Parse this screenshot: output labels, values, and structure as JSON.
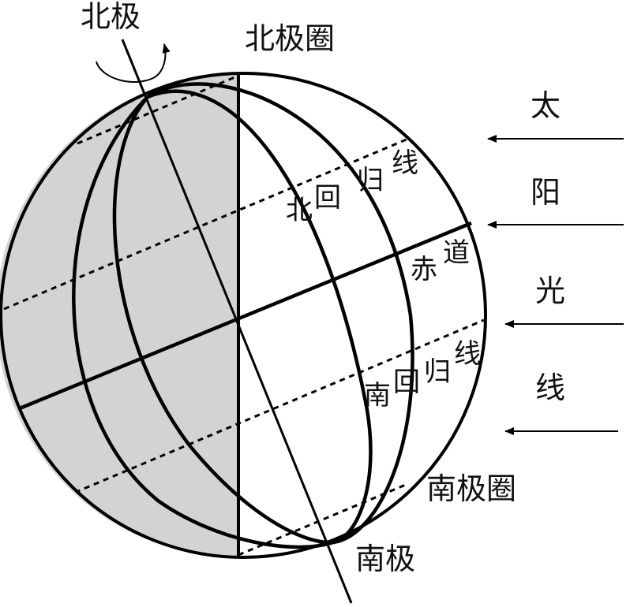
{
  "labels": {
    "north_pole": "北极",
    "arctic_circle": "北极圈",
    "sunlight_chars": [
      "太",
      "阳",
      "光",
      "线"
    ],
    "tropic_cancer_chars": [
      "北",
      "回",
      "归",
      "线"
    ],
    "equator_chars": [
      "赤",
      "道"
    ],
    "tropic_capricorn_chars": [
      "南",
      "回",
      "归",
      "线"
    ],
    "antarctic_circle": "南极圈",
    "south_pole": "南极"
  },
  "colors": {
    "night_side": "#d3d3d3",
    "day_side": "#ffffff",
    "lines": "#000000"
  }
}
